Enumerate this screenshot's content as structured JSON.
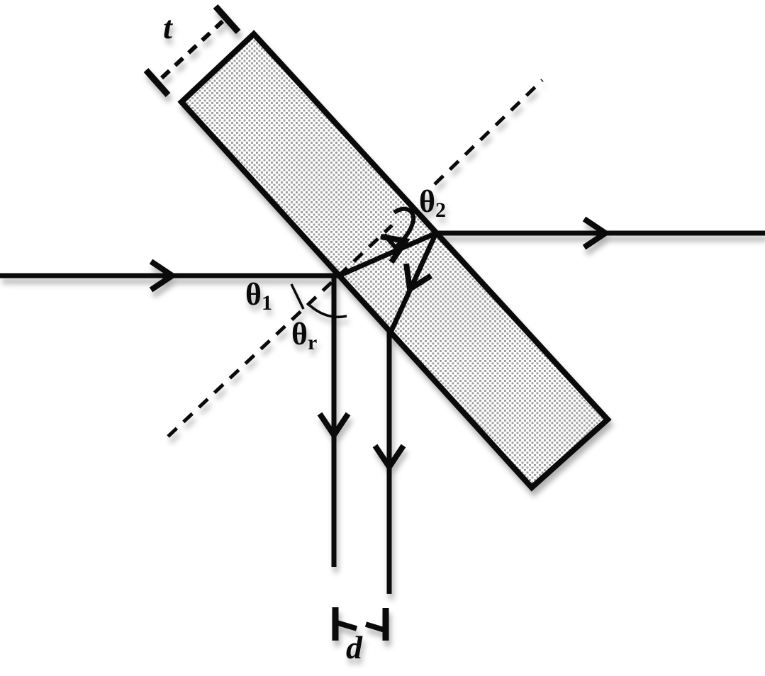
{
  "figure": {
    "labels": {
      "thickness": "t",
      "displacement": "d",
      "theta_incidence": {
        "base": "θ",
        "sub": "1"
      },
      "theta_refraction": {
        "base": "θ",
        "sub": "2"
      },
      "theta_reflection": {
        "base": "θ",
        "sub": "r"
      }
    },
    "colors": {
      "ink": "#0a0a0a",
      "background": "#ffffff",
      "slab_stipple": "#9d9d9d"
    }
  }
}
